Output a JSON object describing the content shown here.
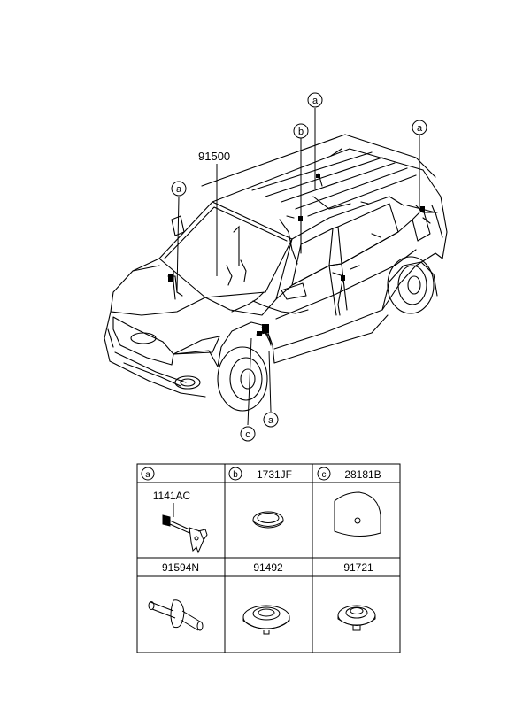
{
  "main_part_number": "91500",
  "callouts": {
    "a1": "a",
    "a2": "a",
    "a3": "a",
    "a4": "a",
    "b": "b",
    "c": "c"
  },
  "parts_table": {
    "header": [
      {
        "letter": "a",
        "part": ""
      },
      {
        "letter": "b",
        "part": "1731JF"
      },
      {
        "letter": "c",
        "part": "28181B"
      }
    ],
    "a_sub_part": "1141AC",
    "row2": [
      "91594N",
      "91492",
      "91721"
    ]
  }
}
